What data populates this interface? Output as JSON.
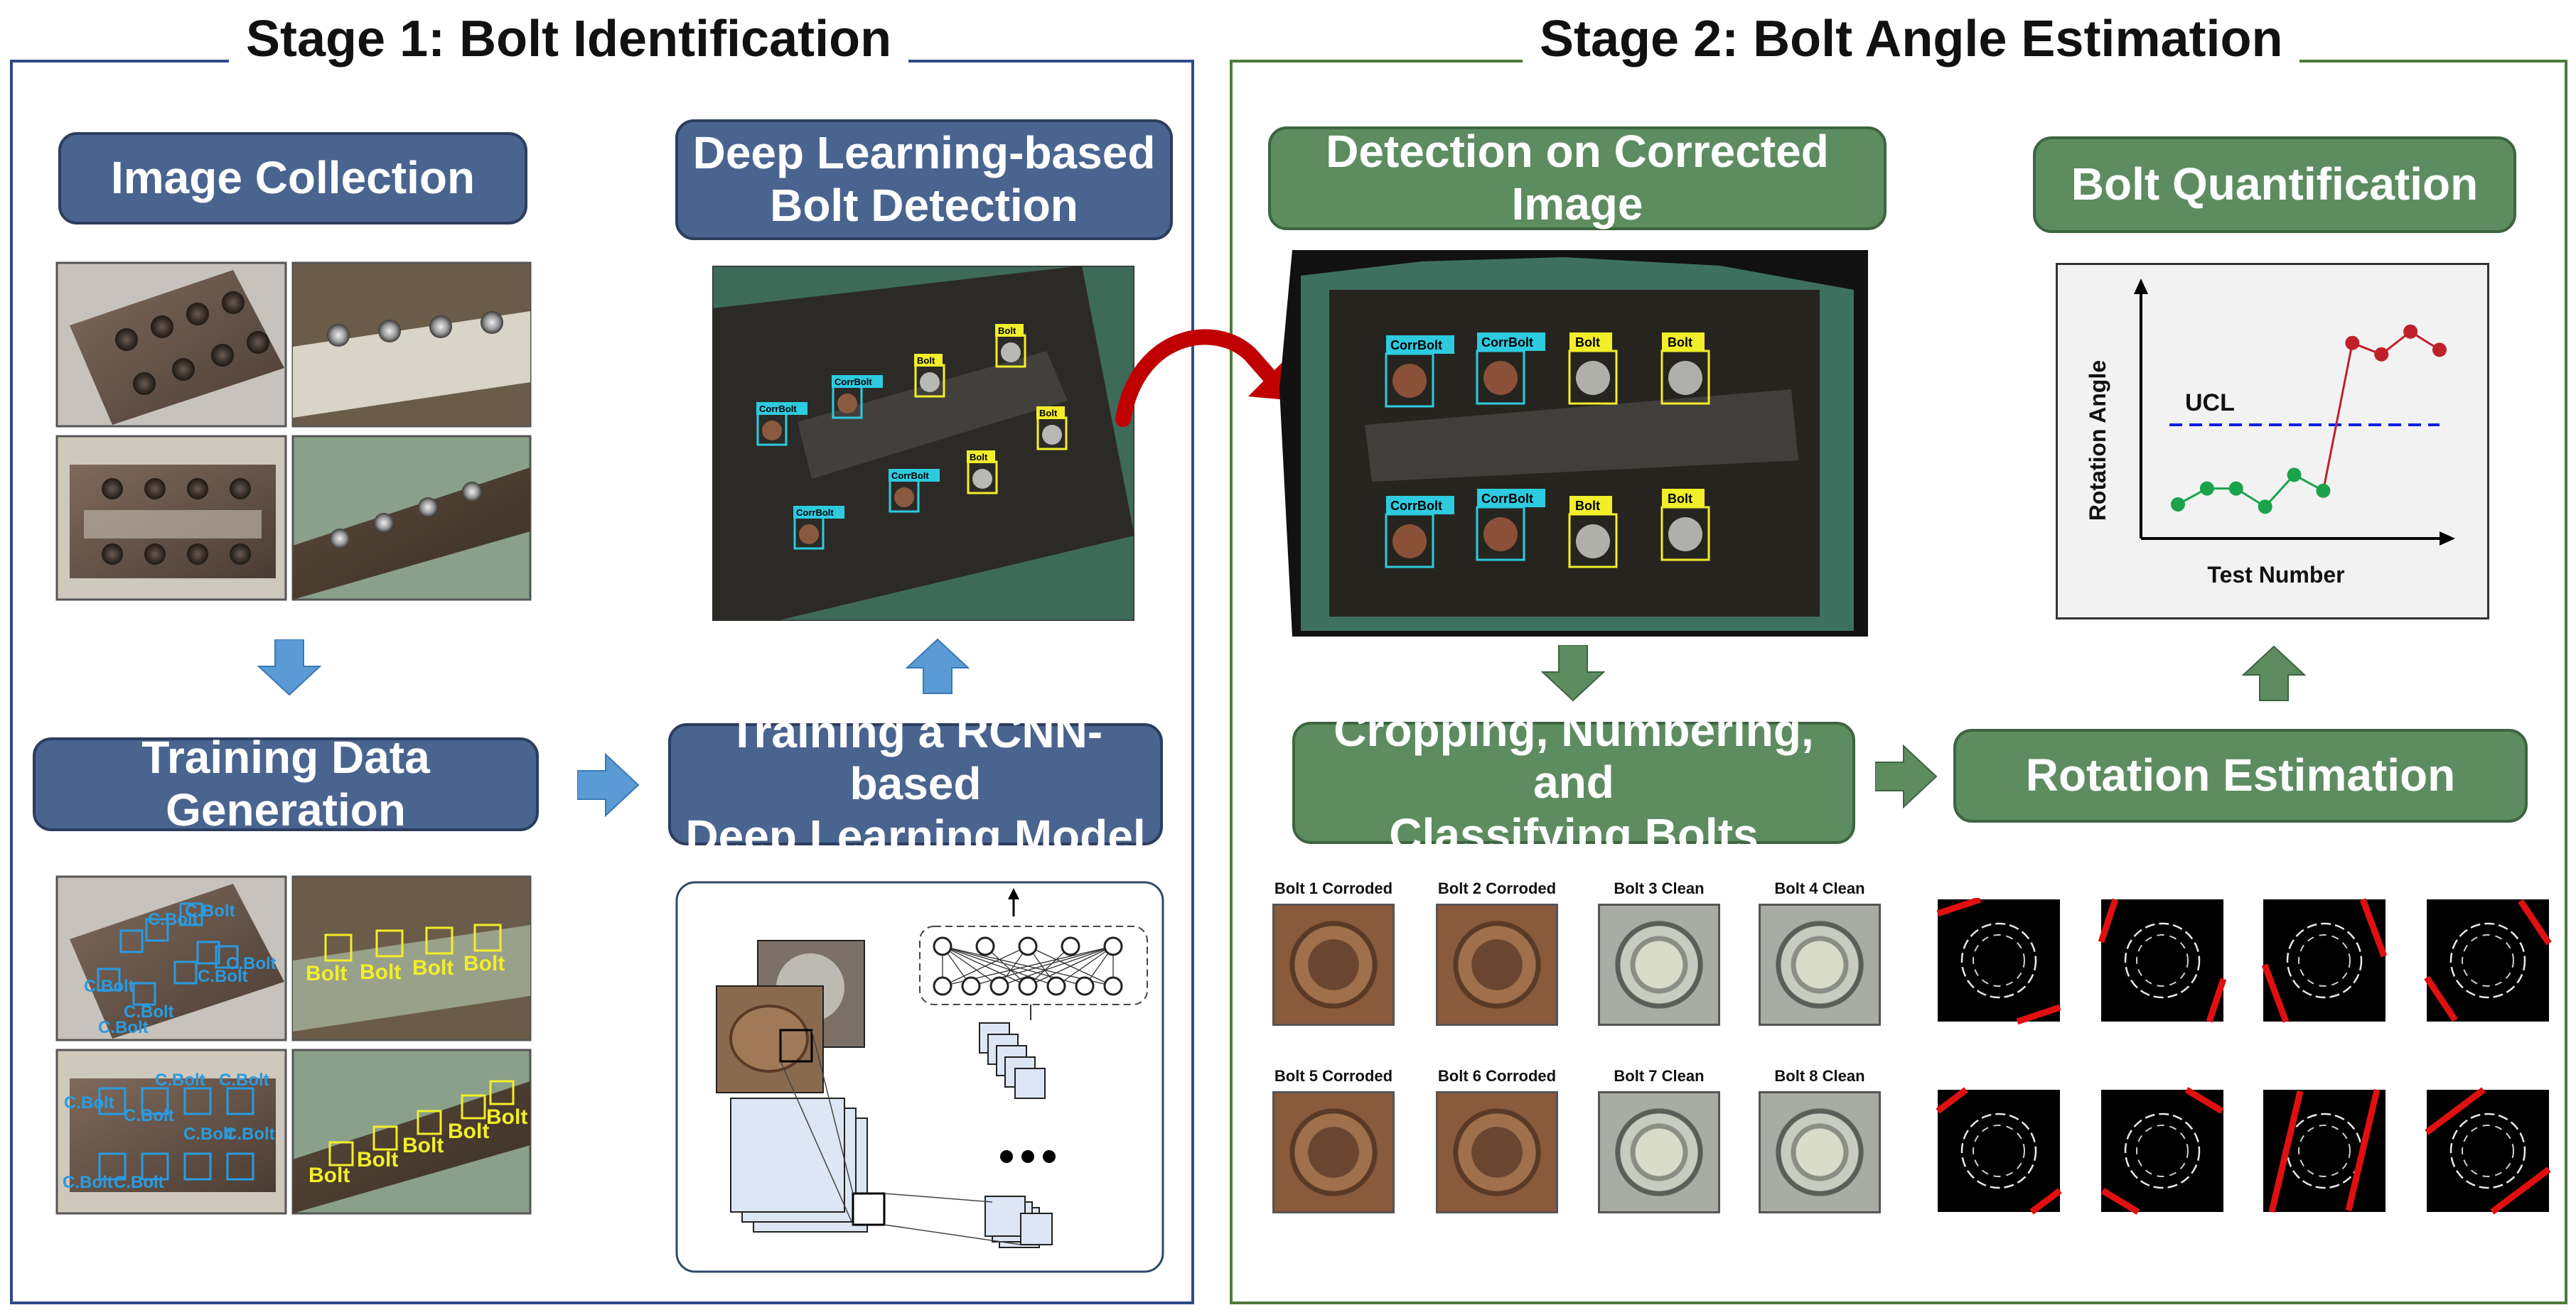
{
  "stage1": {
    "title": "Stage 1: Bolt Identification"
  },
  "stage2": {
    "title": "Stage 2: Bolt Angle Estimation"
  },
  "boxes": {
    "image_collection": "Image Collection",
    "deep_learning_line1": "Deep Learning-based",
    "deep_learning_line2": "Bolt Detection",
    "training_data": "Training Data Generation",
    "training_rcnn_line1": "Training a RCNN-based",
    "training_rcnn_line2": "Deep Learning Model",
    "detection_corrected": "Detection on Corrected Image",
    "bolt_quantification": "Bolt Quantification",
    "cropping_line1": "Cropping, Numbering, and",
    "cropping_line2": "Classifying Bolts",
    "rotation_estimation": "Rotation Estimation"
  },
  "labels": {
    "corr_bolt": "CorrBolt",
    "bolt": "Bolt",
    "c_bolt": "C.Bolt"
  },
  "bolt_tiles": [
    {
      "label": "Bolt 1 Corroded",
      "kind": "corroded"
    },
    {
      "label": "Bolt 2 Corroded",
      "kind": "corroded"
    },
    {
      "label": "Bolt 3 Clean",
      "kind": "clean"
    },
    {
      "label": "Bolt 4 Clean",
      "kind": "clean"
    },
    {
      "label": "Bolt 5 Corroded",
      "kind": "corroded"
    },
    {
      "label": "Bolt 6 Corroded",
      "kind": "corroded"
    },
    {
      "label": "Bolt 7 Clean",
      "kind": "clean"
    },
    {
      "label": "Bolt 8 Clean",
      "kind": "clean"
    }
  ],
  "chart": {
    "ylabel": "Rotation Angle",
    "xlabel": "Test Number",
    "ucl_label": "UCL"
  },
  "chart_data": {
    "type": "line",
    "xlabel": "Test Number",
    "ylabel": "Rotation Angle",
    "x": [
      1,
      2,
      3,
      4,
      5,
      6,
      7,
      8,
      9,
      10
    ],
    "series": [
      {
        "name": "",
        "values": [
          0.15,
          0.22,
          0.22,
          0.14,
          0.28,
          0.21,
          0.86,
          0.81,
          0.91,
          0.83
        ],
        "color_below": "#1aa34a",
        "color_above": "#c0202a"
      }
    ],
    "ucl": 0.5,
    "ylim": [
      0,
      1.1
    ],
    "grid": false
  },
  "colors": {
    "stage1_frame": "#2f4a8a",
    "stage2_frame": "#4f7a3a",
    "box_blue": "#4a6490",
    "box_green": "#5d8c60",
    "arrow_blue": "#5b9bd5",
    "arrow_green": "#5d8c60",
    "curve_arrow": "#c00000",
    "corr_box": "#2ecbe0",
    "bolt_box": "#f2ee2a",
    "c_bolt_text": "#2a9be0"
  }
}
